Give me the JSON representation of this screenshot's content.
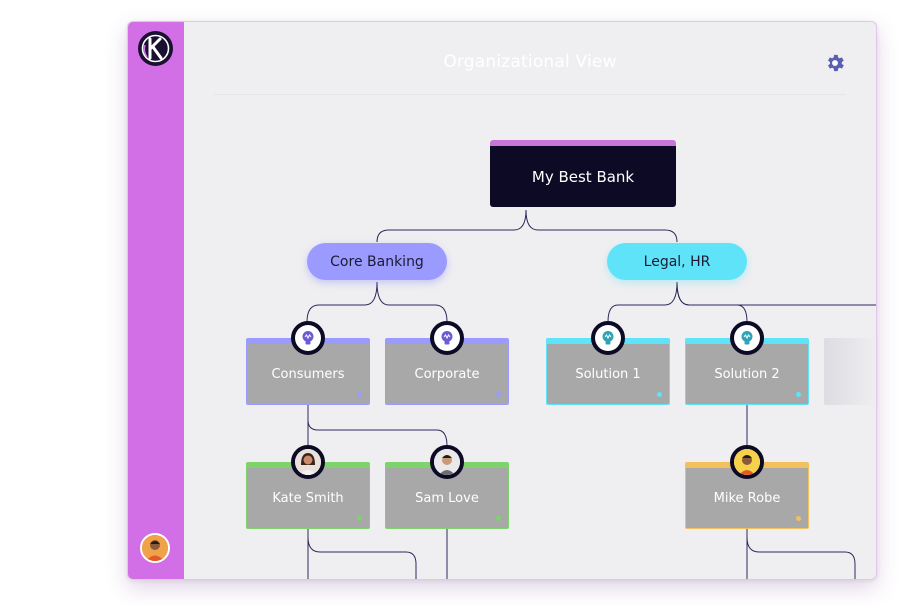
{
  "app": {
    "title": "Organizational View",
    "logo_icon": "k-logo-icon",
    "settings_icon": "gear-icon"
  },
  "org": {
    "root": {
      "label": "My Best Bank"
    },
    "groups": [
      {
        "label": "Core Banking",
        "color": "#9b9bff"
      },
      {
        "label": "Legal, HR",
        "color": "#5fe3f8"
      }
    ],
    "units": [
      {
        "label": "Consumers",
        "icon": "lightbulb-icon"
      },
      {
        "label": "Corporate",
        "icon": "lightbulb-icon"
      },
      {
        "label": "Solution 1",
        "icon": "lightbulb-icon"
      },
      {
        "label": "Solution 2",
        "icon": "lightbulb-icon"
      }
    ],
    "people": [
      {
        "label": "Kate Smith",
        "icon": "person-avatar"
      },
      {
        "label": "Sam Love",
        "icon": "person-avatar"
      },
      {
        "label": "Mike Robe",
        "icon": "person-avatar"
      }
    ]
  },
  "colors": {
    "sidebar": "#d36fe6",
    "root_bg": "#0c0a24",
    "core": "#9b9bff",
    "legal": "#5fe3f8",
    "person_green": "#7ed36a",
    "person_orange": "#f2c05d"
  }
}
